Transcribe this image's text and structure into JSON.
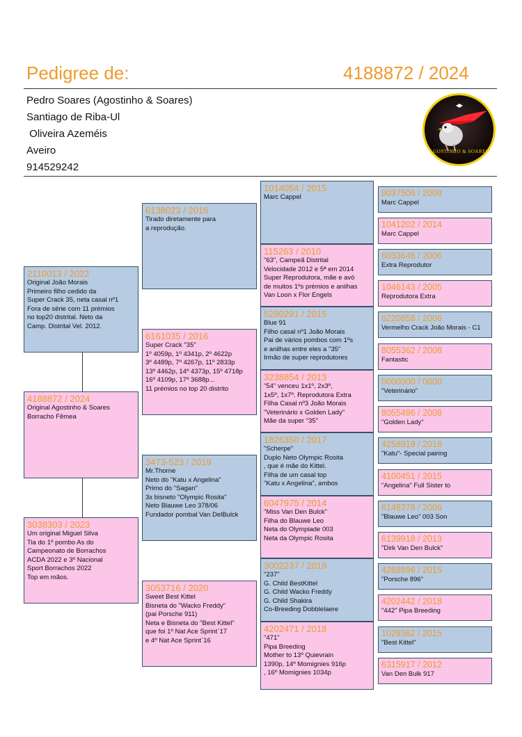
{
  "header": {
    "title": "Pedigree de:",
    "ring": "4188872 / 2024"
  },
  "owner": [
    "Pedro Soares (Agostinho & Soares)",
    "Santiago de Riba-Ul",
    " Oliveira Azeméis",
    "Aveiro",
    "914529242"
  ],
  "logo": {
    "text": "AGOSTINHO & SOARES"
  },
  "subject": {
    "ring": "4188872 / 2024",
    "info": "Original Agostinho & Soares\nBorracho Fêmea"
  },
  "parents": [
    {
      "ring": "2110013 / 2022",
      "info": "Original João Morais\nPrimeiro filho cedido da\nSuper Crack 35, neta casal nº1\nFora de série com 11 prémios\nno top20 distrital. Neto da\nCamp. Distrital Vel. 2012."
    },
    {
      "ring": "3038303 / 2023",
      "info": "Um original Miguel Silva\nTia do 1º pombo As do\nCampeonato de Borrachos\nACDA 2022 e 3º Nacional\nSport Borrachos 2022\nTop em mãos."
    }
  ],
  "grandparents": [
    {
      "ring": "6138023 / 2016",
      "info": "Tirado diretamente para\na reprodução."
    },
    {
      "ring": "6161035 / 2016",
      "info": "Super Crack \"35\"\n1º 4059p, 1º 4341p, 2º 4622p\n3º 4489p, 7º 4267p, 11º 2833p\n13º 4462p, 14º 4373p, 15º 4718p\n16º 4109p, 17º 3688p...\n11 prémios no top 20 distrito"
    },
    {
      "ring": "3473-523 / 2019",
      "info": "Mr.Thorne\nNeto do \"Katu x Angelina\"\nPrimo do \"Sagan\"\n3x bisneto \"Olympic Rosita\"\nNeto Blauwe Leo 378/06\nFundador pombal Van DelBulck"
    },
    {
      "ring": "3053716 / 2020",
      "info": "Sweet Best Kittel\nBisneta do \"Wacko Freddy\"\n(pai Porsche 911)\nNeta e Bisneta do \"Best Kittel\"\nque foi 1º Nat Ace Sprint`17\ne 4º Nat Ace Sprint`16"
    }
  ],
  "ggparents": [
    {
      "ring": "1014054 / 2015",
      "info": "Marc Cappel"
    },
    {
      "ring": "115263 / 2010",
      "info": "\"63\", Campeã Distrital\nVelocidade 2012 e 5ª em 2014\nSuper Reprodutora, mãe e avó\nde muitos 1ºs prémios e anilhas\nVan Loon x Flor Engels"
    },
    {
      "ring": "5280291 / 2015",
      "info": "Blue 91\nFilho casal nº1 João Morais\nPai de vários pombos com 1ºs\ne anilhas entre eles a \"35\"\nIrmão de super reprodutores"
    },
    {
      "ring": "3238854 / 2013",
      "info": "\"54\" venceu 1x1º, 2x3º,\n1x5º, 1x7º. Reprodutora Extra\nFilha Casal nº3 João Morais\n\"Veterinário x Golden Lady\"\nMãe da super \"35\""
    },
    {
      "ring": "1826350 / 2017",
      "info": "\"Scherpe\"\nDuplo Neto Olympic Rosita\n, que é mãe do Kittel.\nFilha de um casal top\n\"Katu x Angelina\", ambos"
    },
    {
      "ring": "6047975 / 2014",
      "info": "\"Miss Van Den Bulck\"\nFilha do Blauwe Leo\nNeta do Olympiade 003\nNeta da Olympic Rosita"
    },
    {
      "ring": "3002237 / 2019",
      "info": "\"237\"\nG. Child BestKittel\nG. Child Wacko Freddy\nG. Child Shakira\nCo-Breeding Dobblelaere"
    },
    {
      "ring": "4202471 / 2018",
      "info": "\"471\"\nPipa Breeding\nMother to 13º Quievrain\n1390p, 14º Momignies 916p\n, 16º Momignies 1034p"
    }
  ],
  "gen5": [
    {
      "ring": "9037506 / 2009",
      "info": "Marc Cappel"
    },
    {
      "ring": "1041202 / 2014",
      "info": "Marc Cappel"
    },
    {
      "ring": "6033646 / 2006",
      "info": "Extra Reprodutor"
    },
    {
      "ring": "1046143 / 2005",
      "info": "Reprodutora Extra"
    },
    {
      "ring": "6220858 / 2006",
      "info": "Vermelho Crack João Morais - C1"
    },
    {
      "ring": "8055362 / 2008",
      "info": "Fantastic"
    },
    {
      "ring": "0000000 / 0000",
      "info": "\"Veterinário\""
    },
    {
      "ring": "8055496 / 2008",
      "info": "\"Golden Lady\""
    },
    {
      "ring": "4258919 / 2016",
      "info": "\"Katu\"- Special pairing"
    },
    {
      "ring": "4100451 / 2015",
      "info": "\"Angelina\" Full Sister to"
    },
    {
      "ring": "6148378 / 2006",
      "info": "\"Blauwe Leo\" 003 Son"
    },
    {
      "ring": "6139918 / 2013",
      "info": "\"Dirk Van Den Bulck\""
    },
    {
      "ring": "4268896 / 2015",
      "info": "\"Porsche 896\""
    },
    {
      "ring": "4202442 / 2018",
      "info": "\"442\" Pipa Breeding"
    },
    {
      "ring": "1029362 / 2015",
      "info": "\"Best Kittel\""
    },
    {
      "ring": "6315917 / 2012",
      "info": "Van Den Bulk 917"
    }
  ],
  "colors": {
    "male": "#b7cce3",
    "female": "#fbc6e8",
    "accent": "#ef9a2c"
  }
}
